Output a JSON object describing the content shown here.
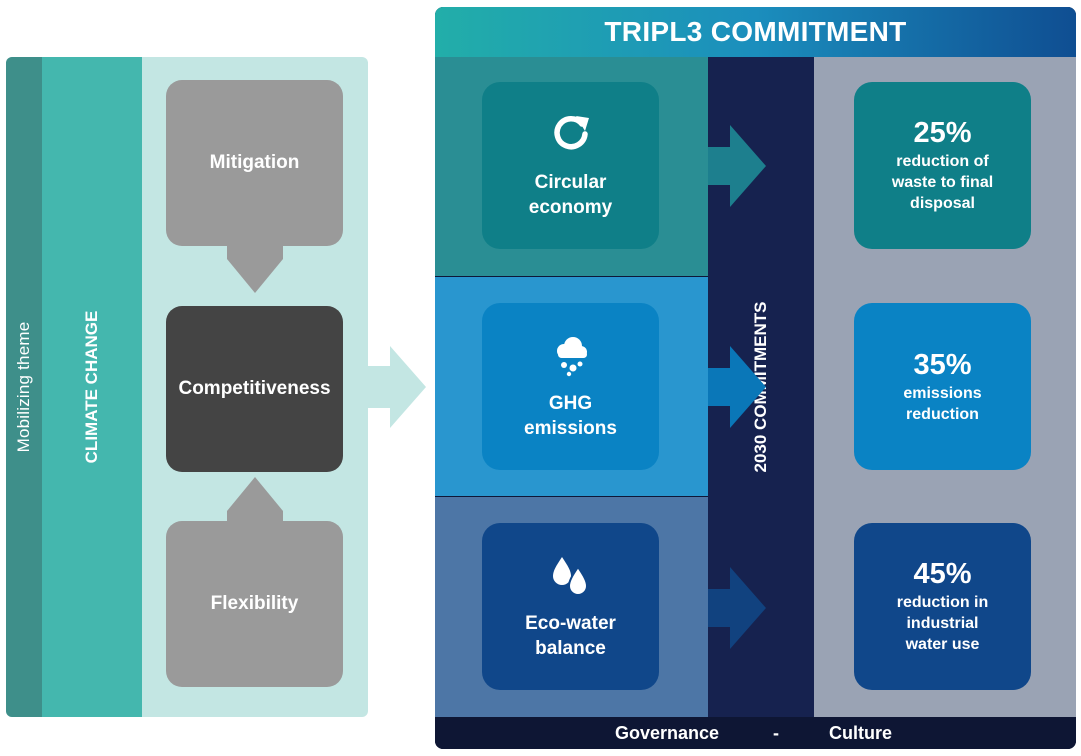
{
  "left": {
    "mobilizing_label": "Mobilizing theme",
    "climate_label": "CLIMATE CHANGE",
    "mitigation": "Mitigation",
    "competitiveness": "Competitiveness",
    "flexibility": "Flexibility"
  },
  "header": {
    "title": "TRIPL3 COMMITMENT"
  },
  "pillars": [
    {
      "line1": "Circular",
      "line2": "economy",
      "icon": "recycle-icon"
    },
    {
      "line1": "GHG",
      "line2": "emissions",
      "icon": "cloud-icon"
    },
    {
      "line1": "Eco-water",
      "line2": "balance",
      "icon": "water-drops-icon"
    }
  ],
  "commitments_label": "2030 COMMITMENTS",
  "goals": [
    {
      "percent": "25%",
      "line1": "reduction of",
      "line2": "waste to final",
      "line3": "disposal"
    },
    {
      "percent": "35%",
      "line1": "emissions",
      "line2": "reduction",
      "line3": ""
    },
    {
      "percent": "45%",
      "line1": "reduction in",
      "line2": "industrial",
      "line3": "water use"
    }
  ],
  "footer": {
    "governance": "Governance",
    "separator": "-",
    "culture": "Culture"
  },
  "colors": {
    "teal": "#2a8e94",
    "row_blue": "#2996cf",
    "row_steel": "#4d76a6",
    "box_teal": "#0f7f88",
    "box_blue": "#0a83c4",
    "box_navy": "#10478a"
  }
}
